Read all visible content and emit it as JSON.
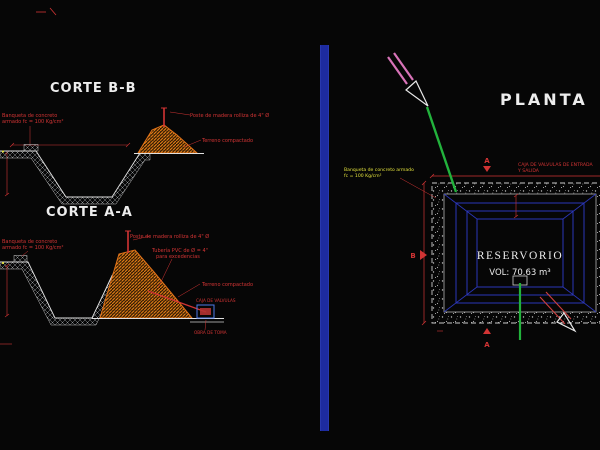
{
  "palette": {
    "background": "#060606",
    "red": "#d23434",
    "orange": "#ef8418",
    "yellow": "#e3e23c",
    "green": "#22b23c",
    "magenta": "#d873b8",
    "blue_divider": "#1d2ba0",
    "navy": "#2b36b8",
    "white": "#e9e9e9",
    "grey_hatch": "#8f9396"
  },
  "corte_bb": {
    "title": "CORTE B-B",
    "label_banqueta_1": "Banqueta de concreto",
    "label_banqueta_2": "armado fc = 100 Kg/cm²",
    "label_poste": "Poste de madera rolliza de 4\" Ø",
    "label_terreno": "Terreno compactado"
  },
  "corte_aa": {
    "title": "CORTE A-A",
    "label_banqueta_1": "Banqueta de concreto",
    "label_banqueta_2": "armado fc = 100 Kg/cm²",
    "label_poste": "Poste de madera rolliza de 4\" Ø",
    "label_tuberia_1": "Tubería PVC de Ø = 4\"",
    "label_tuberia_2": "para excedencias",
    "label_terreno": "Terreno compactado",
    "label_caja": "CAJA DE VALVULAS",
    "label_obra": "OBRA DE TOMA"
  },
  "planta": {
    "title": "PLANTA",
    "reservorio": "RESERVORIO",
    "volumen": "VOL: 70.63 m³",
    "nota_izquierda_1": "Banqueta de concreto armado",
    "nota_izquierda_2": "fc = 100 Kg/cm²",
    "nota_derecha_1": "CAJA DE VALVULAS DE ENTRADA",
    "nota_derecha_2": "Y SALIDA",
    "marcador_a": "A",
    "marcador_b": "B"
  }
}
